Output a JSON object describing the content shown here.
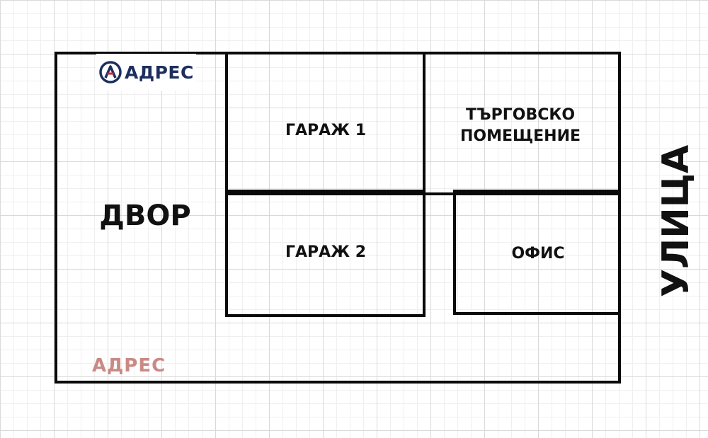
{
  "logo": {
    "brand": "АДРЕС",
    "mark_color": "#1c2f5e",
    "accent_color": "#d22630"
  },
  "rooms": {
    "yard": "ДВОР",
    "garage1": "ГАРАЖ 1",
    "shop_line1": "ТЪРГОВСКО",
    "shop_line2": "ПОМЕЩЕНИЕ",
    "garage2": "ГАРАЖ 2",
    "office": "ОФИС"
  },
  "street": "УЛИЦА",
  "watermark": "АДРЕС"
}
